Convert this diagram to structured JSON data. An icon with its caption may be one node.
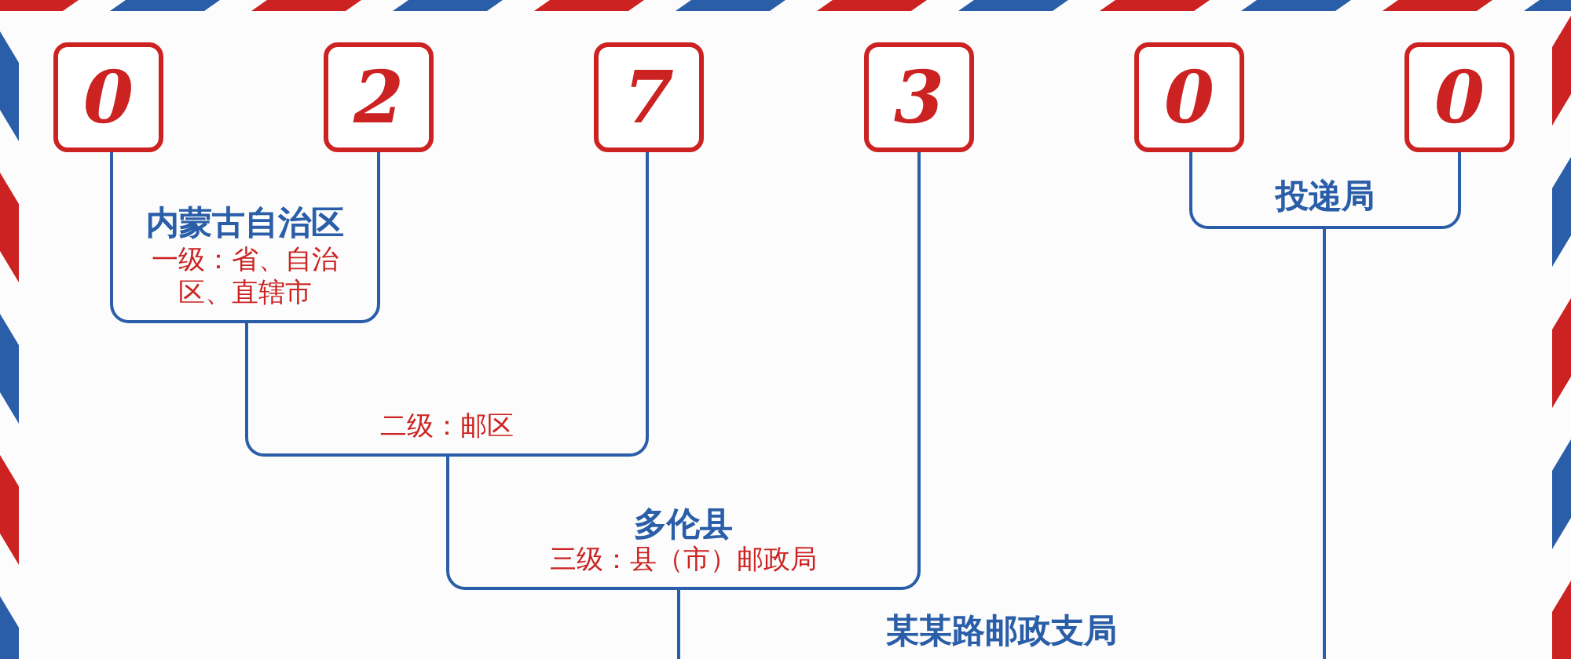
{
  "diagram": {
    "nodes": [
      {
        "text": [
          "0"
        ]
      },
      {
        "text": [
          "2"
        ]
      },
      {
        "text": [
          "7"
        ]
      },
      {
        "text": [
          "3"
        ]
      },
      {
        "text": [
          "0"
        ]
      },
      {
        "text": [
          "0"
        ]
      },
      {
        "text": [
          "内蒙古自治区",
          "一级：省、自治区、直辖市"
        ]
      },
      {
        "text": [
          "二级：邮区"
        ]
      },
      {
        "text": [
          "多伦县",
          "三级：县（市）邮政局"
        ]
      },
      {
        "text": [
          "某某路邮政支局"
        ]
      },
      {
        "text": [
          "投递局"
        ]
      }
    ],
    "edges": [
      {
        "from": 0,
        "to": 6,
        "arrow": "none"
      },
      {
        "from": 1,
        "to": 6,
        "arrow": "none"
      },
      {
        "from": 6,
        "to": 7,
        "arrow": "none"
      },
      {
        "from": 2,
        "to": 7,
        "arrow": "none"
      },
      {
        "from": 7,
        "to": 8,
        "arrow": "none"
      },
      {
        "from": 3,
        "to": 8,
        "arrow": "none"
      },
      {
        "from": 8,
        "to": 9,
        "arrow": "none"
      },
      {
        "from": 4,
        "to": 10,
        "arrow": "none"
      },
      {
        "from": 5,
        "to": 10,
        "arrow": "none"
      },
      {
        "from": 10,
        "to": 9,
        "arrow": "none"
      }
    ]
  }
}
